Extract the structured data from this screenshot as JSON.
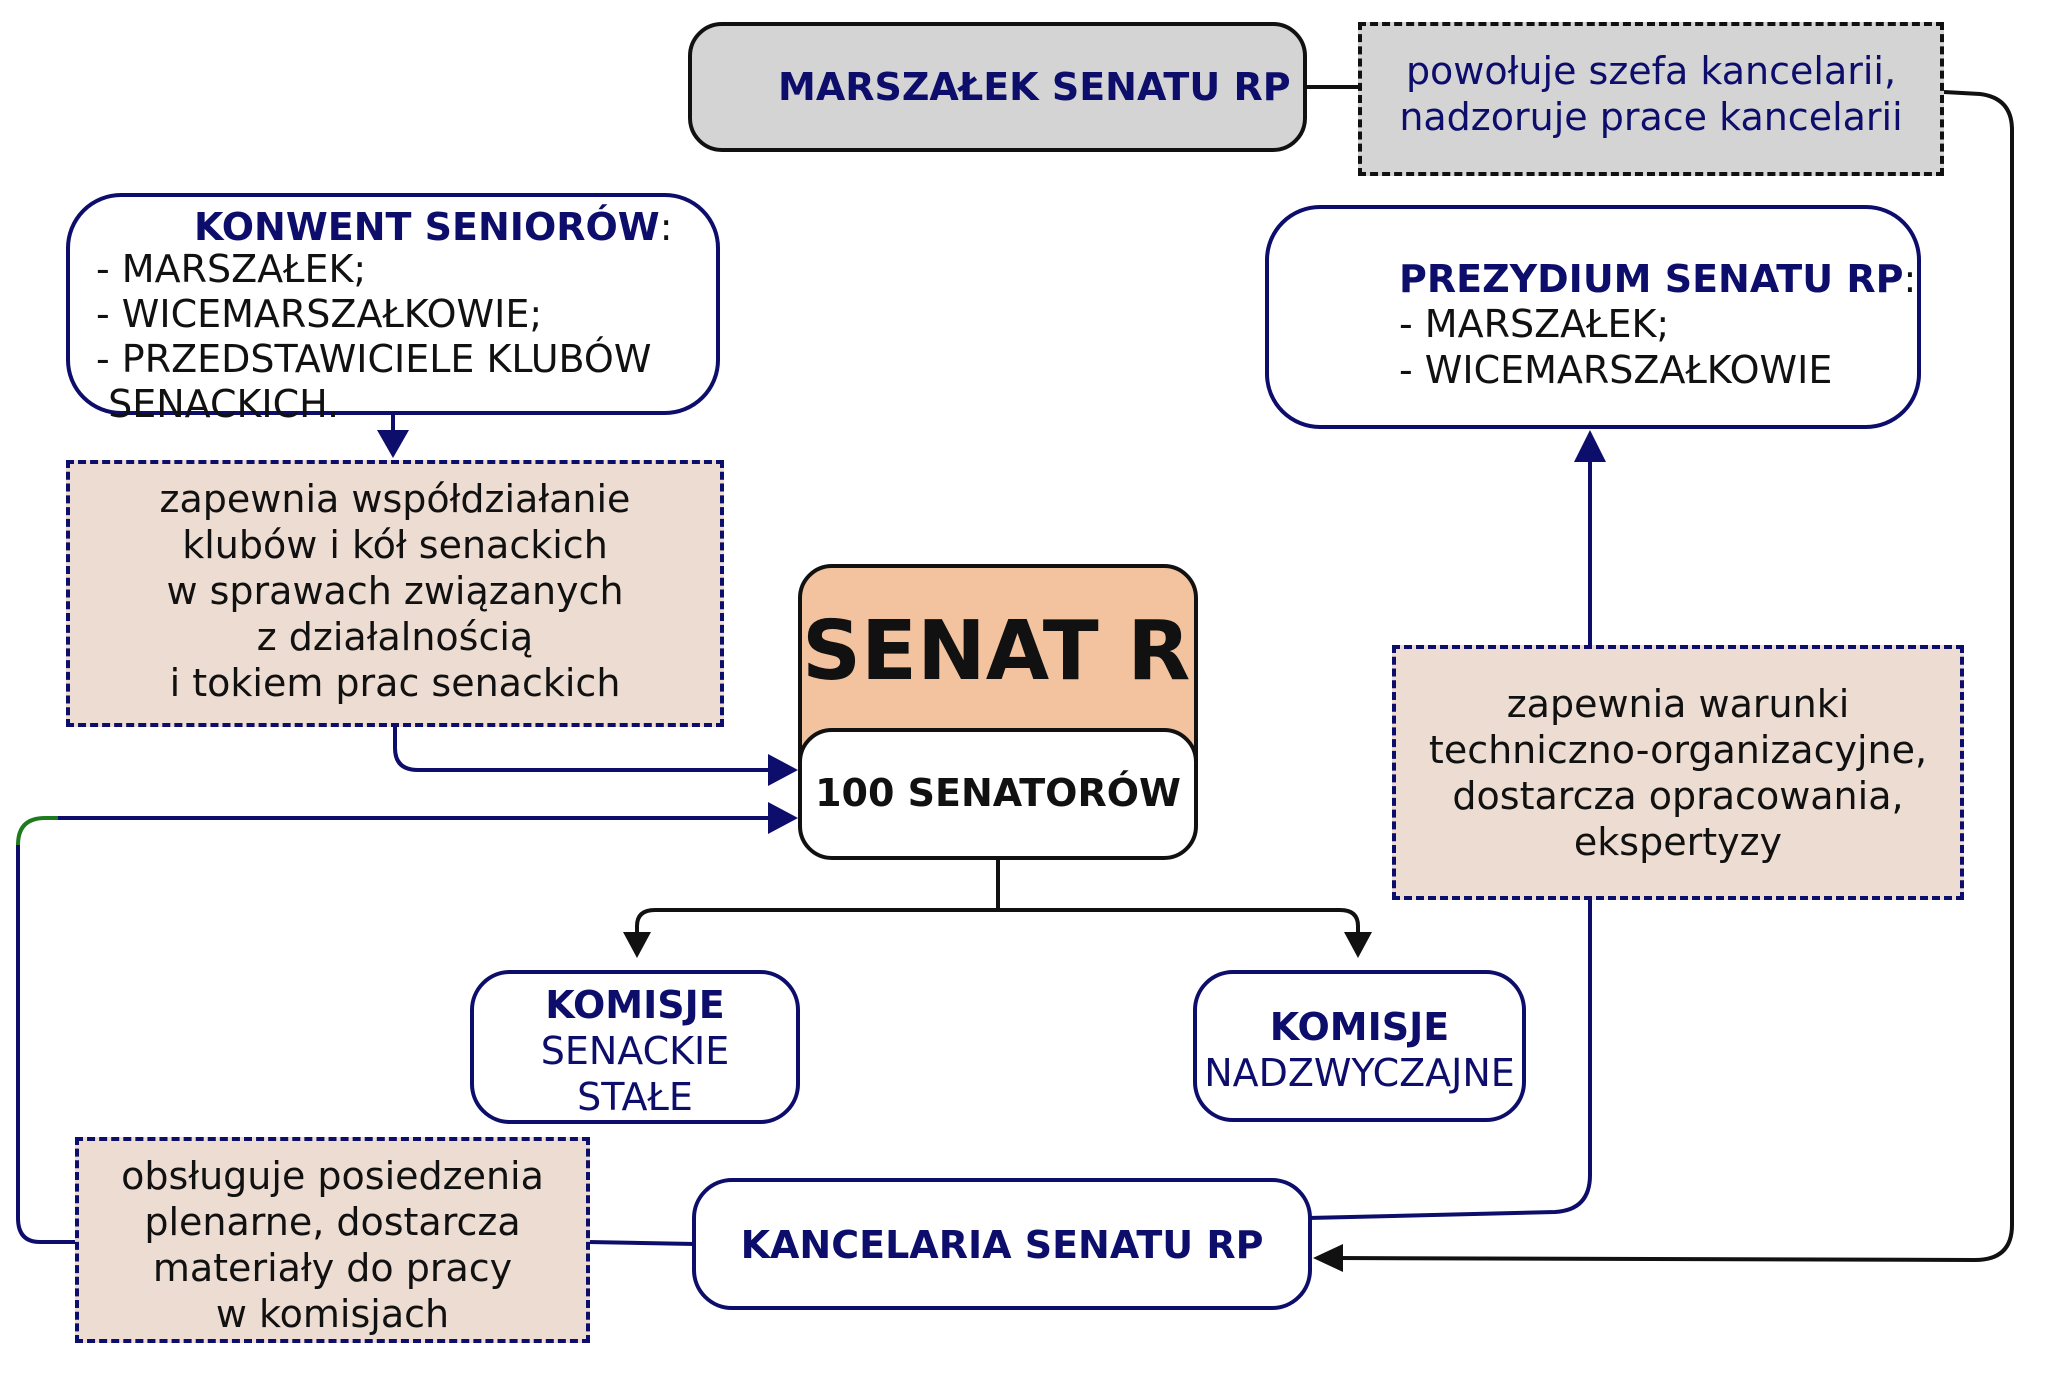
{
  "colors": {
    "navy": "#0d0d6b",
    "black": "#111111",
    "beige": "#ecdcd1",
    "salmon": "#f3c39f",
    "grey": "#d4d4d4",
    "green": "#1e7a1e"
  },
  "marszalek": {
    "title": "MARSZAŁEK SENATU RP"
  },
  "marszalek_note": {
    "line1": "powołuje szefa kancelarii,",
    "line2": "nadzoruje prace kancelarii"
  },
  "konwent": {
    "title": "KONWENT SENIORÓW",
    "colon": ":",
    "items": [
      "- MARSZAŁEK;",
      "- WICEMARSZAŁKOWIE;",
      "- PRZEDSTAWICIELE KLUBÓW",
      " SENACKICH."
    ]
  },
  "konwent_note": {
    "lines": [
      "zapewnia współdziałanie",
      "klubów i kół senackich",
      "w sprawach związanych",
      "z działalnością",
      "i tokiem prac senackich"
    ]
  },
  "prezydium": {
    "title": "PREZYDIUM SENATU RP",
    "colon": ":",
    "items": [
      "- MARSZAŁEK;",
      "- WICEMARSZAŁKOWIE"
    ]
  },
  "senat": {
    "title": "SENAT RP",
    "subtitle": "100 SENATORÓW"
  },
  "prezydium_note": {
    "lines": [
      "zapewnia warunki",
      "techniczno-organizacyjne,",
      "dostarcza opracowania,",
      "ekspertyzy"
    ]
  },
  "komisje_stale": {
    "title": "KOMISJE",
    "line1": "SENACKIE",
    "line2": "STAŁE"
  },
  "komisje_nadzw": {
    "title": "KOMISJE",
    "line1": "NADZWYCZAJNE"
  },
  "kancelaria_note": {
    "lines": [
      "obsługuje posiedzenia",
      "plenarne, dostarcza",
      "materiały do pracy",
      "w komisjach"
    ]
  },
  "kancelaria": {
    "title": "KANCELARIA SENATU RP"
  }
}
